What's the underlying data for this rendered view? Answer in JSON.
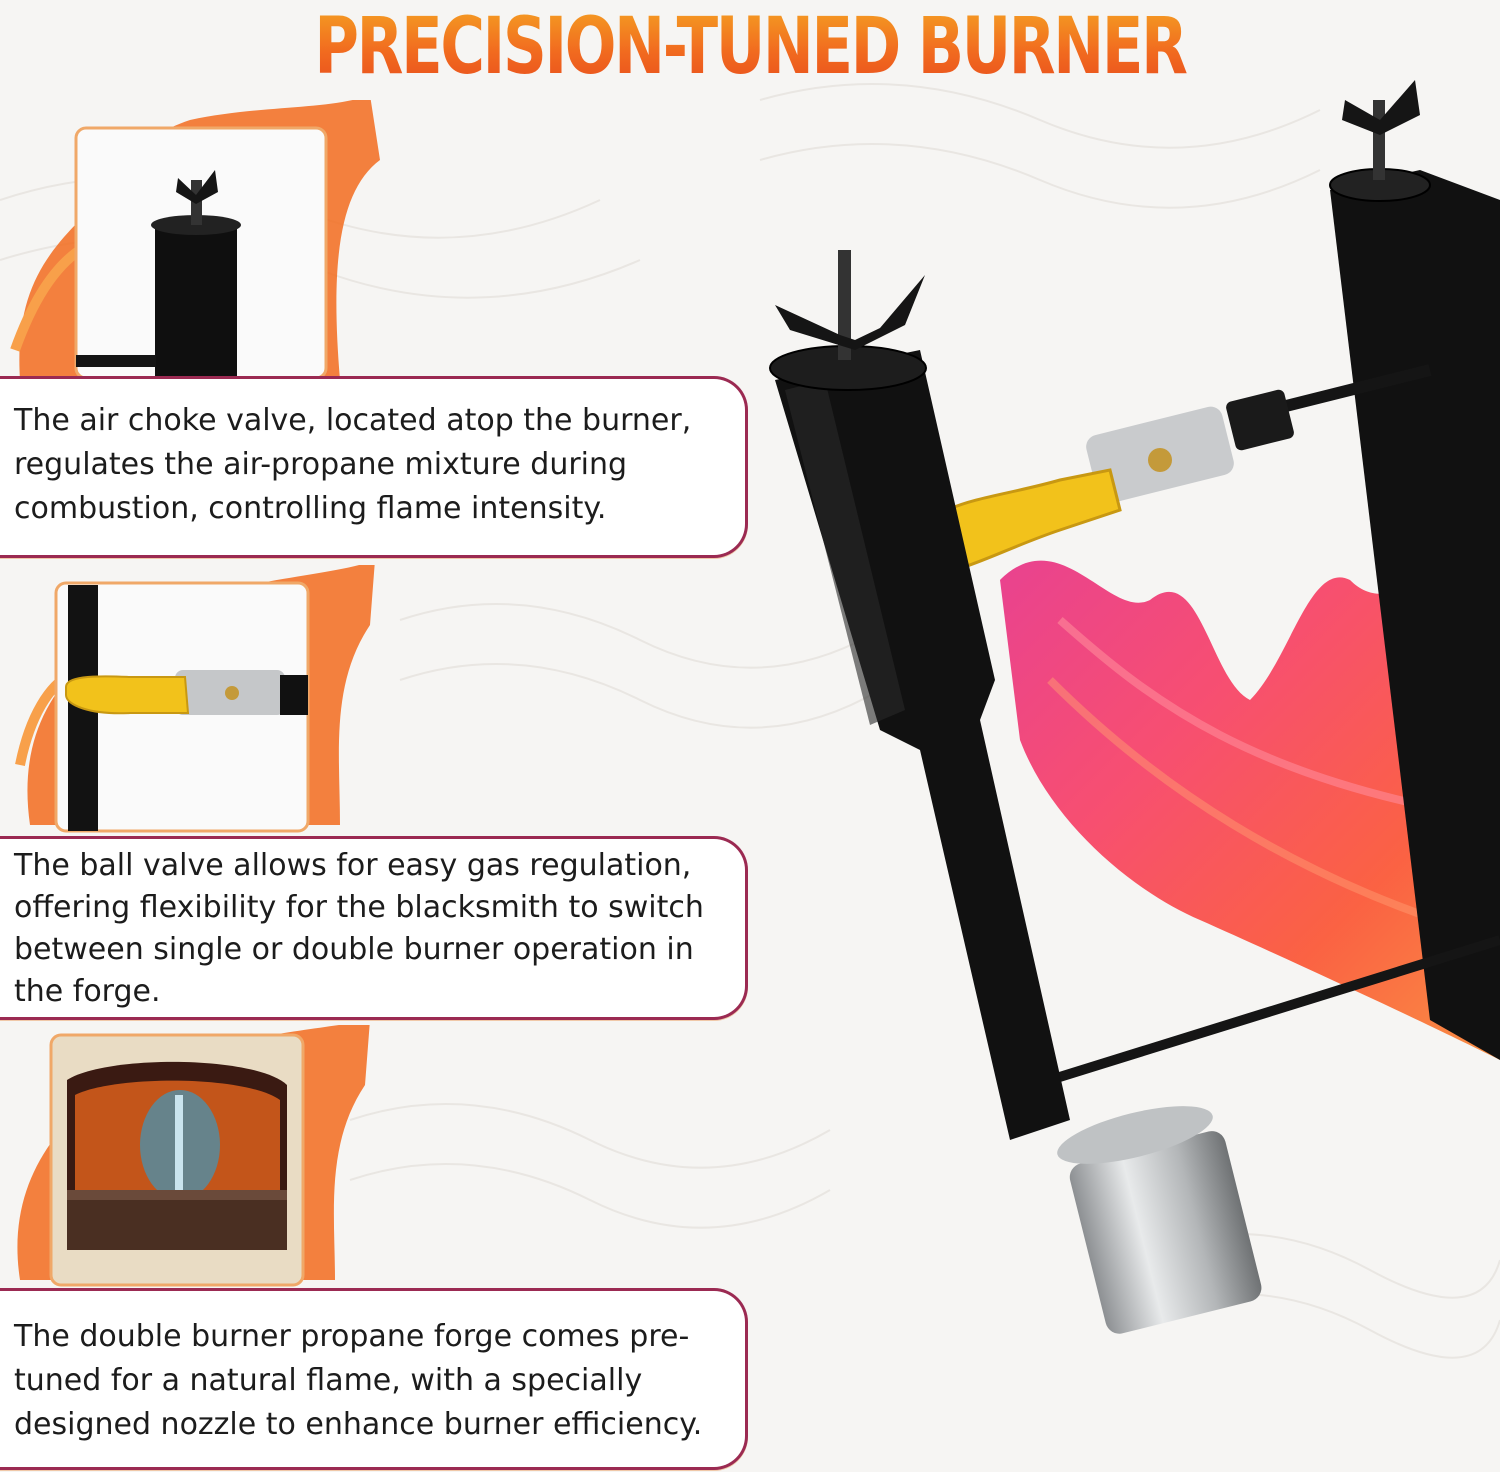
{
  "header": {
    "title": "PRECISION-TUNED BURNER"
  },
  "features": [
    {
      "icon": "air-choke-valve-photo",
      "text": "The air choke valve, located atop the burner,\nregulates the air-propane mixture during\ncombustion, controlling flame intensity."
    },
    {
      "icon": "ball-valve-photo",
      "text": "The ball valve allows for easy gas regulation,\noffering flexibility for the blacksmith to switch\nbetween single or double burner operation in\nthe forge."
    },
    {
      "icon": "forge-flame-photo",
      "text": "The double burner propane forge comes pre-\ntuned for a natural flame, with a specially\ndesigned nozzle to enhance burner efficiency."
    }
  ],
  "colors": {
    "title_gradient_top": "#f5a623",
    "title_gradient_bottom": "#e74a1d",
    "callout_border": "#9b2a52",
    "accent_orange": "#f26b1d",
    "valve_handle": "#f2c21b"
  }
}
